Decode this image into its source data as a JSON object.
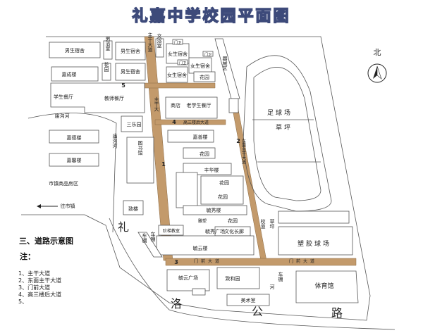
{
  "title": "礼嘉中学校园平面图",
  "colors": {
    "road": "#c39a6b",
    "title_outline": "#3d4a7a"
  },
  "compass": {
    "label": "北",
    "icon": "north-arrow-icon"
  },
  "labels": {
    "boys_dorm_1": "男生宿舍",
    "boys_bath": "男浴室",
    "boys_dorm_2": "男生宿舍",
    "boys_dorm_3": "男生宿舍",
    "garden_a": "花园",
    "jiacheng": "嘉成楼",
    "student_canteen": "学生餐厅",
    "teacher_canteen": "教师餐厅",
    "main_road_text": "主干大道",
    "main_road_text2": "主干大",
    "girls_bath": "文浴室",
    "gate_a": "门卫",
    "gate_b": "门卫",
    "gate_c": "门卫",
    "girls_dorm_1": "女生宿舍",
    "girls_dorm_2": "女生宿舍",
    "girls_dorm_3": "女生宿舍",
    "garden_b": "花园",
    "equipment": "器械区",
    "shop": "商店",
    "old_canteen": "老学生餐厅",
    "miaogou_river": "庙沟河",
    "sanle": "三乐园",
    "road4_text": "高三楼后大道",
    "jiade": "嘉德楼",
    "jiaxin": "嘉馨楼",
    "miaogou_river2": "庙沟河",
    "library": "图书馆",
    "jiashan": "嘉善楼",
    "garden_c": "花园",
    "east_road_text": "东面主干大道",
    "fenghua": "丰华楼",
    "garden_d": "花园",
    "garden_e": "花园",
    "garden_f": "花园",
    "housing": "市镇商品房区",
    "to_town": "往市镇",
    "zhi_lou": "致楼",
    "yuxiu": "毓秀楼",
    "li": "礼",
    "luo": "洛",
    "gong": "公",
    "lu": "路",
    "lecture": "阶梯教室",
    "sculpture": "雕塑",
    "yuxiu_square": "毓秀广场",
    "culture": "文化长廊",
    "garden_g": "花园",
    "yuyun": "毓云楼",
    "bike_shed_1": "车棚",
    "bike_shed_2": "车棚",
    "bike_shed_3": "车棚",
    "road3_text": "门前大道",
    "road3_text2": "门前大道",
    "yuyun_square": "毓云广场",
    "zhihe": "致和园",
    "art": "美术室",
    "river": "河",
    "xiaodao": "校道",
    "lawn2": "草坪",
    "plastic_court": "塑胶球场",
    "gym": "体育馆",
    "football": "足球场",
    "lawn": "草坪"
  },
  "road_numbers": {
    "r1": "1",
    "r2": "2",
    "r3": "3",
    "r4": "4",
    "r5": "5"
  },
  "legend": {
    "heading": "三、道路示意图",
    "note": "注：",
    "items": [
      "1、主干大道",
      "2、东面主干大道",
      "3、门前大道",
      "4、高三楼后大道",
      "5、"
    ]
  }
}
